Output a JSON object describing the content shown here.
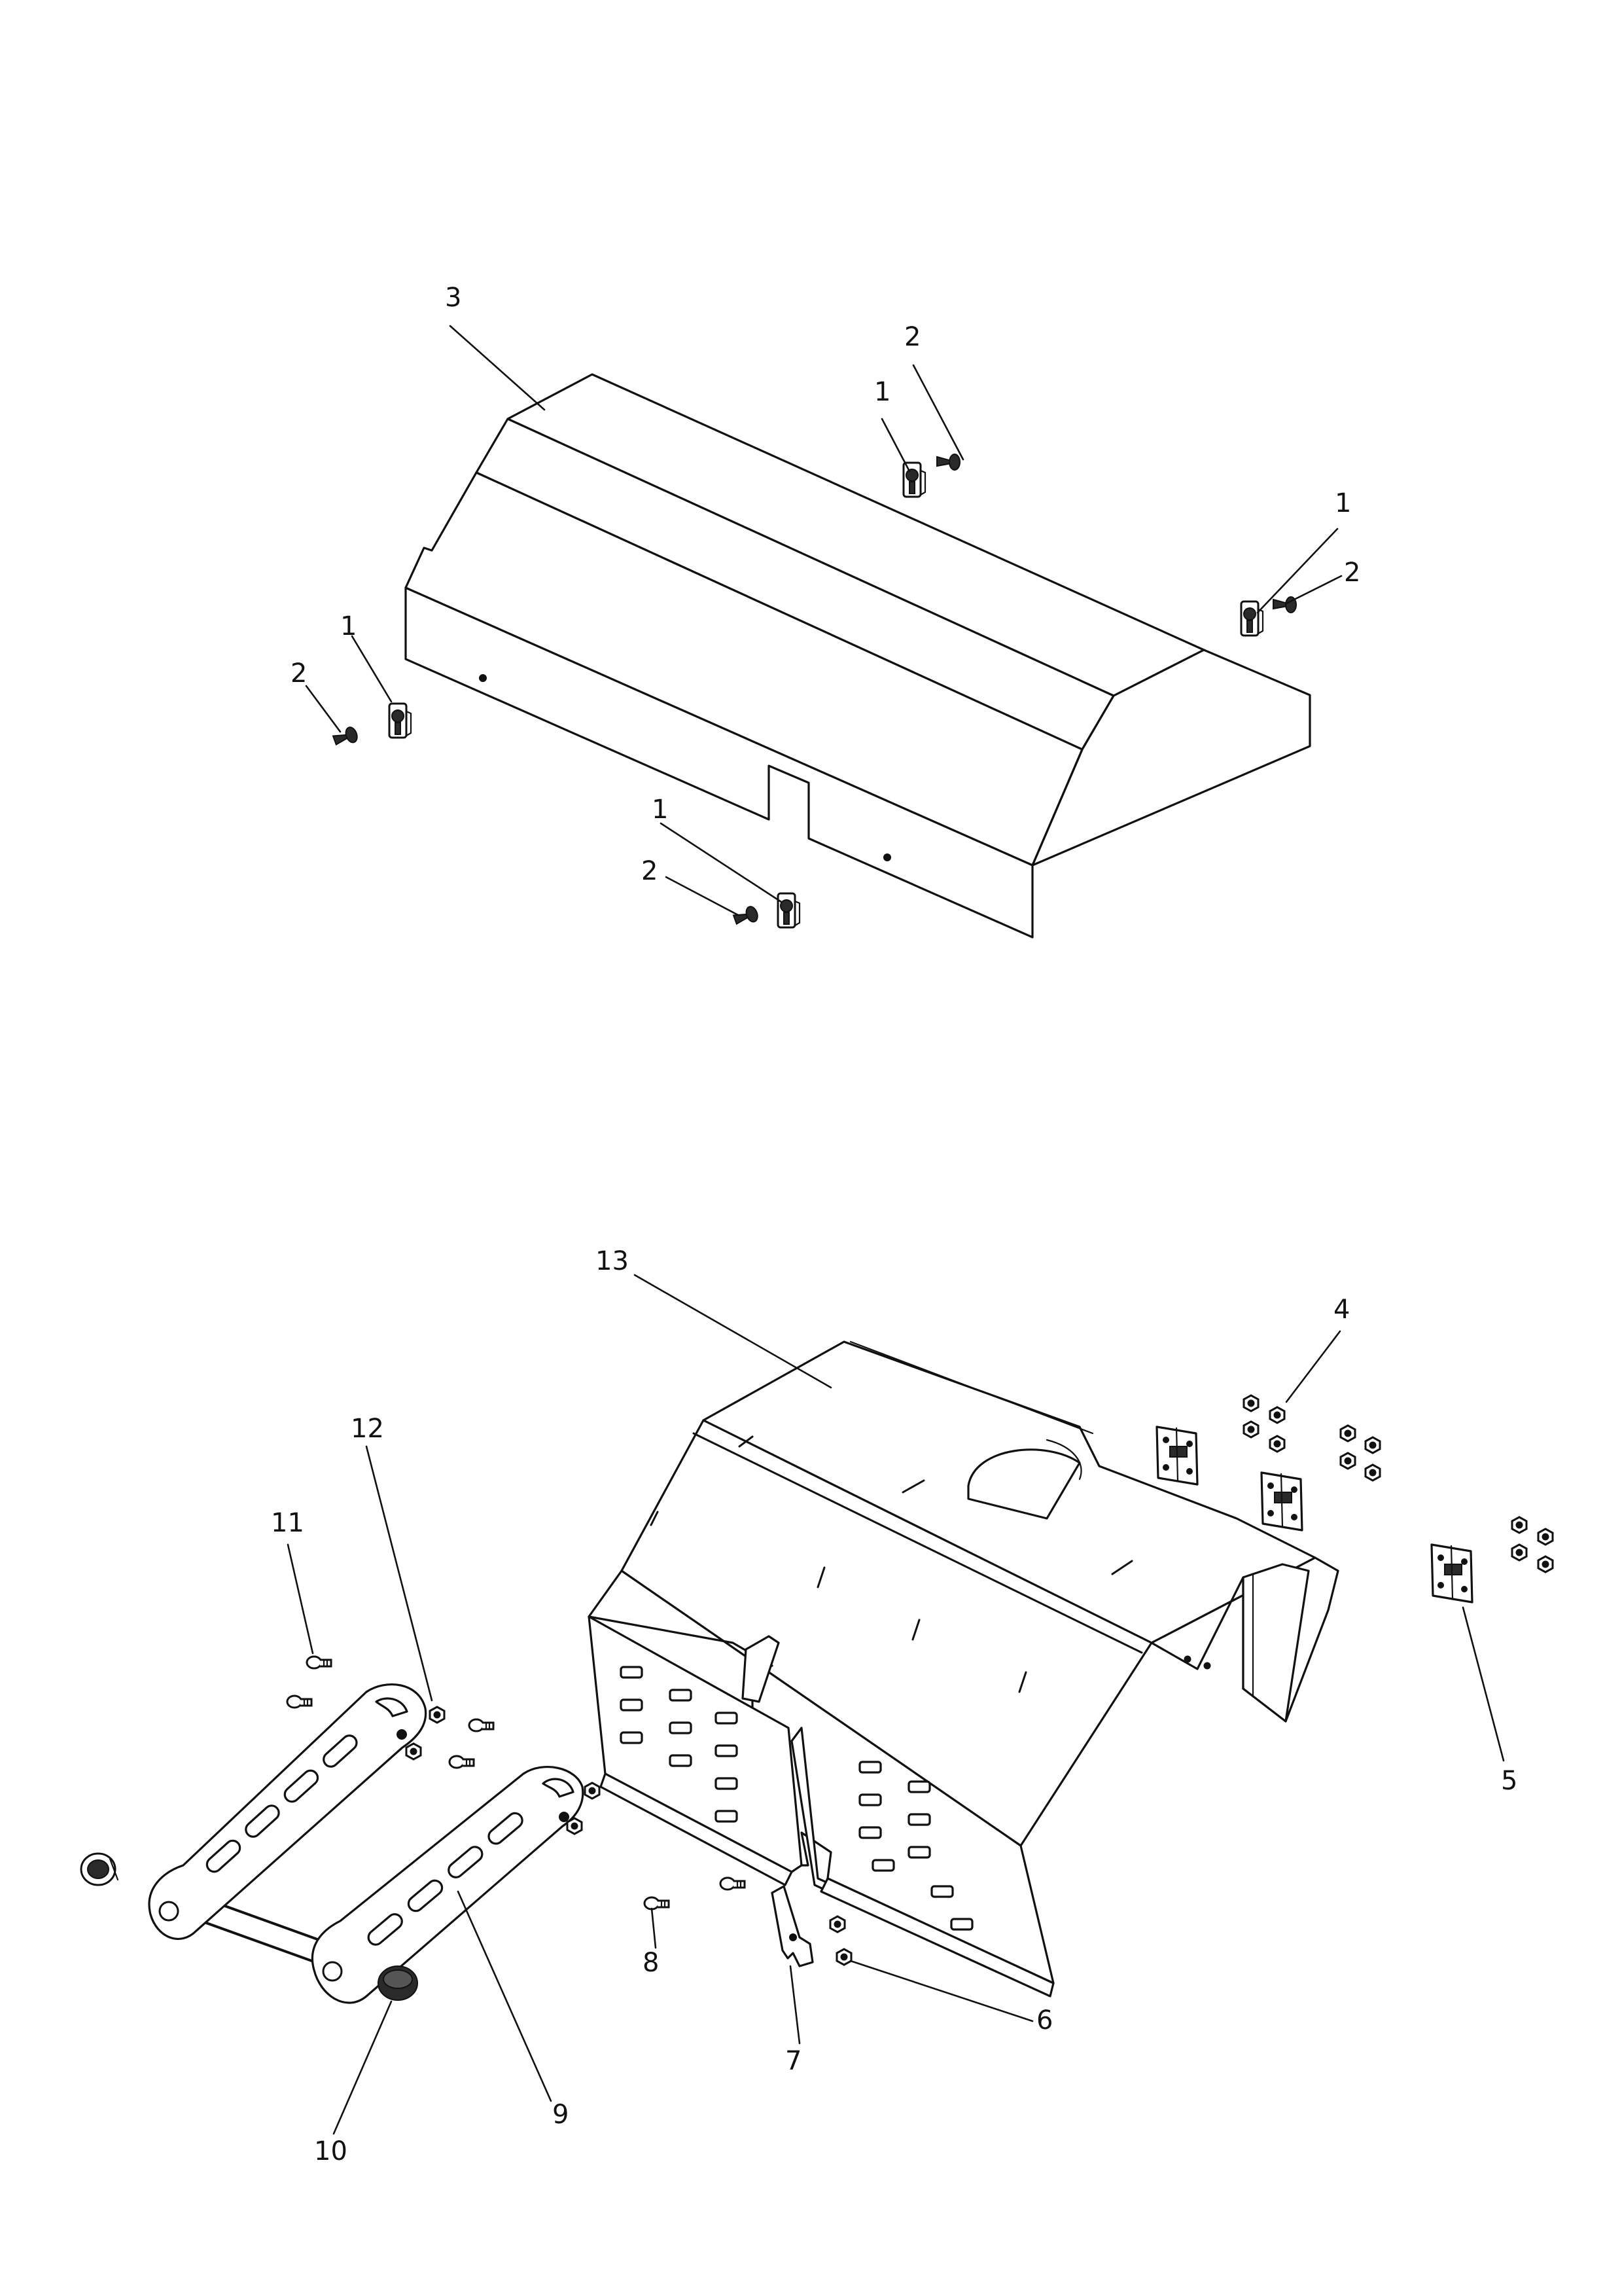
{
  "colors": {
    "line": "#111111",
    "background": "#ffffff"
  },
  "upper_assembly": {
    "callouts": [
      {
        "id": "u-1a",
        "text": "3"
      },
      {
        "id": "u-2a",
        "text": "2"
      },
      {
        "id": "u-1b",
        "text": "1"
      },
      {
        "id": "u-1c",
        "text": "1"
      },
      {
        "id": "u-2c",
        "text": "2"
      },
      {
        "id": "u-1d",
        "text": "1"
      },
      {
        "id": "u-2d",
        "text": "2"
      },
      {
        "id": "u-1e",
        "text": "1"
      },
      {
        "id": "u-2e",
        "text": "2"
      }
    ]
  },
  "lower_assembly": {
    "callouts": [
      {
        "id": "l-13",
        "text": "13"
      },
      {
        "id": "l-4",
        "text": "4"
      },
      {
        "id": "l-12",
        "text": "12"
      },
      {
        "id": "l-11",
        "text": "11"
      },
      {
        "id": "l-5",
        "text": "5"
      },
      {
        "id": "l-8",
        "text": "8"
      },
      {
        "id": "l-6",
        "text": "6"
      },
      {
        "id": "l-7",
        "text": "7"
      },
      {
        "id": "l-9",
        "text": "9"
      },
      {
        "id": "l-10",
        "text": "10"
      }
    ]
  }
}
